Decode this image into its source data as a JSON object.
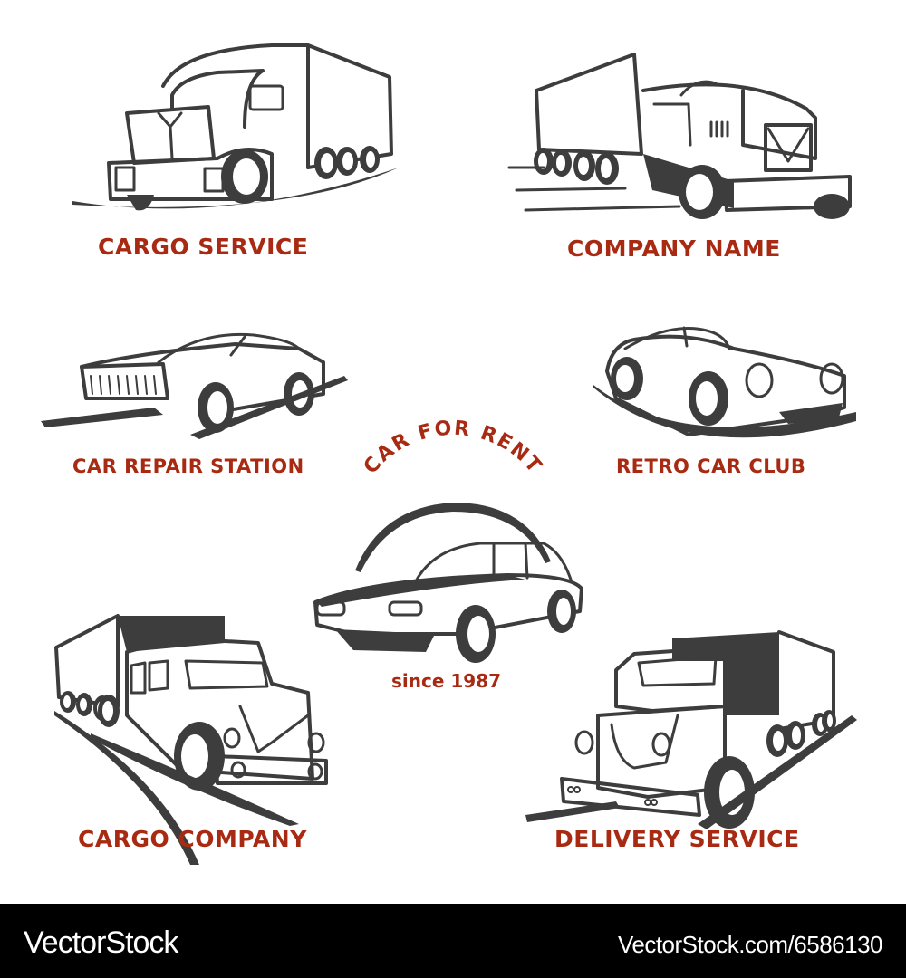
{
  "emblems": [
    {
      "id": "cargo-service",
      "label": "CARGO SERVICE",
      "icon": "semi-truck-front-icon"
    },
    {
      "id": "company-name",
      "label": "COMPANY NAME",
      "icon": "semi-truck-side-icon"
    },
    {
      "id": "car-repair-station",
      "label": "CAR REPAIR STATION",
      "icon": "sports-car-icon"
    },
    {
      "id": "retro-car-club",
      "label": "RETRO CAR CLUB",
      "icon": "retro-car-icon"
    },
    {
      "id": "car-for-rent",
      "label": "CAR FOR RENT",
      "sublabel": "since 1987",
      "icon": "sedan-car-icon"
    },
    {
      "id": "cargo-company",
      "label": "CARGO COMPANY",
      "icon": "box-truck-icon"
    },
    {
      "id": "delivery-service",
      "label": "DELIVERY SERVICE",
      "icon": "delivery-truck-icon"
    }
  ],
  "colors": {
    "ink": "#3d3d3d",
    "accent": "#a82a12",
    "background": "#ffffff",
    "footer": "#000000"
  },
  "footer": {
    "brand": "VectorStock",
    "id": "VectorStock.com/6586130"
  }
}
